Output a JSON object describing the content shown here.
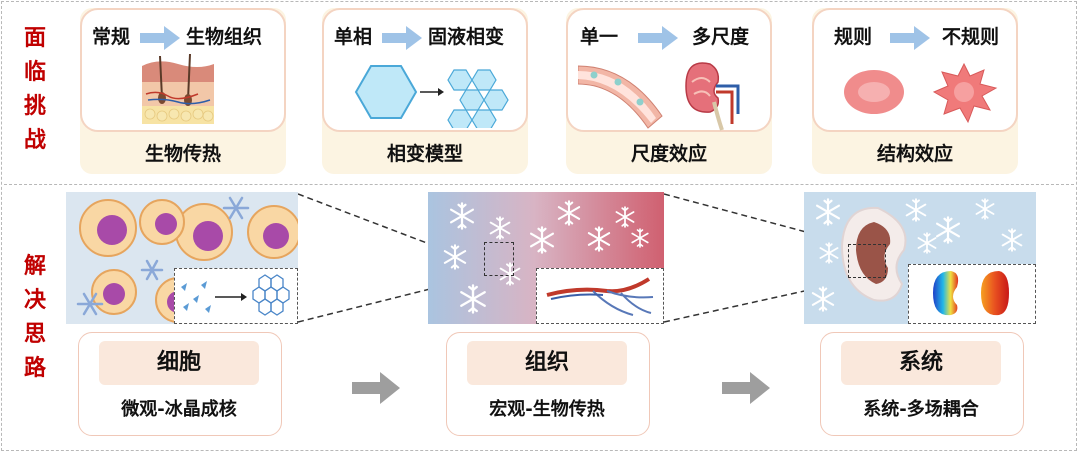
{
  "side_labels": {
    "challenges": [
      "面",
      "临",
      "挑",
      "战"
    ],
    "solutions": [
      "解",
      "决",
      "思",
      "路"
    ]
  },
  "challenge_cards": [
    {
      "from": "常规",
      "to": "生物组织",
      "label": "生物传热"
    },
    {
      "from": "单相",
      "to": "固液相变",
      "label": "相变模型"
    },
    {
      "from": "单一",
      "to": "多尺度",
      "label": "尺度效应"
    },
    {
      "from": "规则",
      "to": "不规则",
      "label": "结构效应"
    }
  ],
  "solution_boxes": [
    {
      "title": "细胞",
      "subtitle": "微观-冰晶成核"
    },
    {
      "title": "组织",
      "subtitle": "宏观-生物传热"
    },
    {
      "title": "系统",
      "subtitle": "系统-多场耦合"
    }
  ],
  "colors": {
    "side_label": "#c00000",
    "card_label_bg": "#fcf4e2",
    "card_border": "#f4d4c2",
    "transform_arrow": "#9fc3e7",
    "flow_arrow": "#9e9e9e"
  }
}
